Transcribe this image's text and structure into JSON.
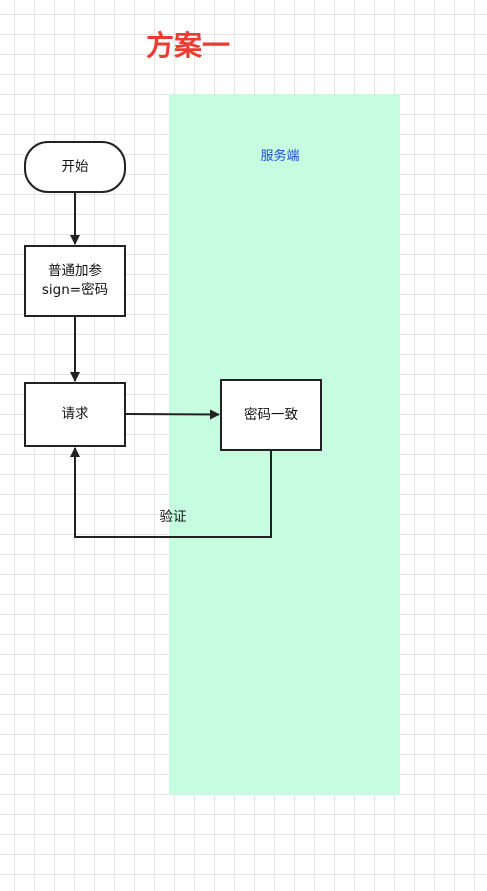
{
  "title": "方案一",
  "lane": {
    "label": "服务端",
    "color": "#c6fde1"
  },
  "nodes": {
    "start": "开始",
    "param": "普通加参\nsign=密码",
    "request": "请求",
    "server": "密码一致"
  },
  "edges": {
    "verify_label": "验证"
  },
  "colors": {
    "title": "#ee3a33",
    "lane_label": "#1f4ad6",
    "stroke": "#222222"
  }
}
